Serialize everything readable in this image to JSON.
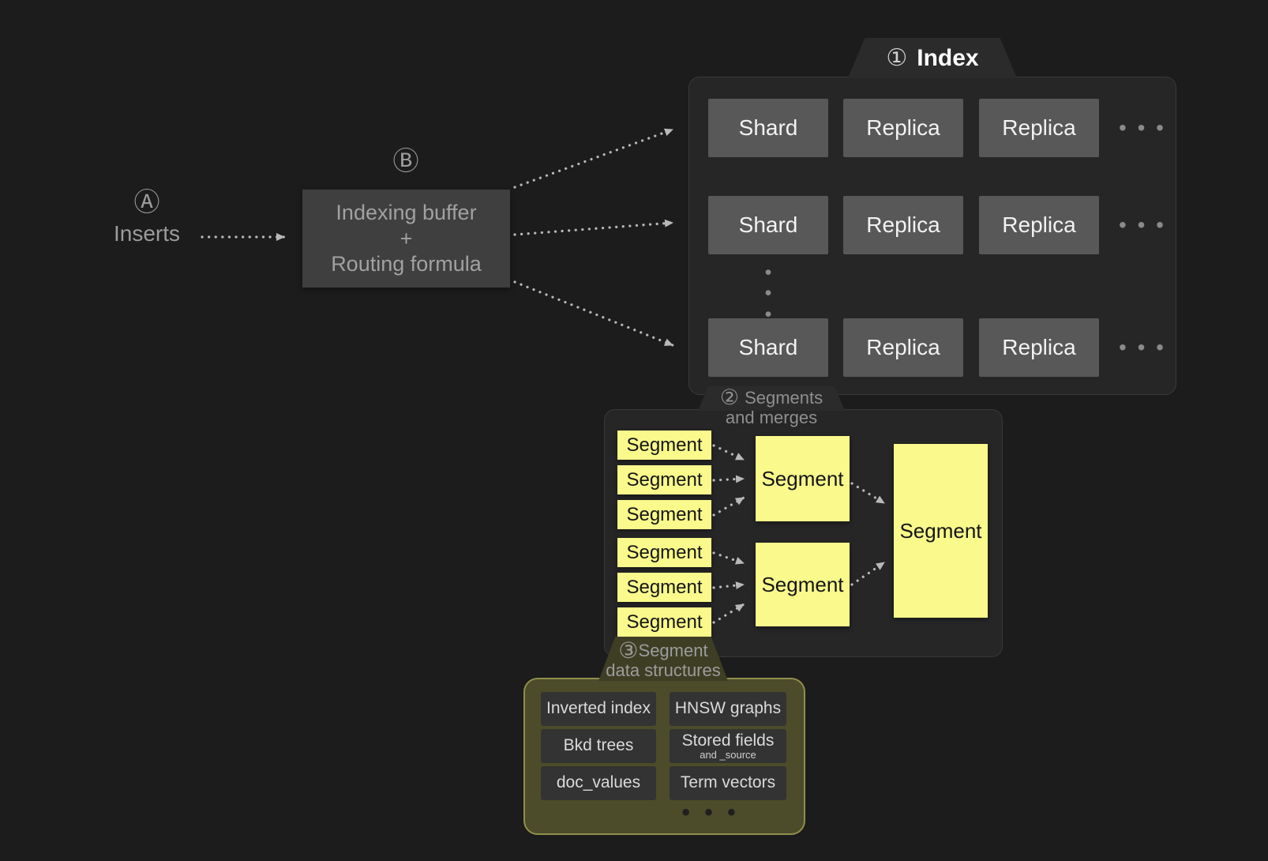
{
  "colors": {
    "background": "#1c1c1c",
    "panel": "#262626",
    "panel_border": "#393939",
    "buffer_box": "#3f3f3f",
    "shard_box": "#585858",
    "segment_yellow": "#f9f98c",
    "structures_panel": "#4c4c2a",
    "structures_border": "#8f8f4c",
    "structure_item": "#333333",
    "muted_text": "#9c9c9c",
    "arrow": "#b8b8b8"
  },
  "inserts": {
    "badge": "Ⓐ",
    "label": "Inserts"
  },
  "buffer": {
    "badge": "Ⓑ",
    "line1": "Indexing buffer",
    "line2": "+",
    "line3": "Routing formula"
  },
  "index": {
    "badge": "①",
    "title": "Index",
    "rows": [
      {
        "cells": [
          "Shard",
          "Replica",
          "Replica"
        ],
        "ellipsis": "• • •"
      },
      {
        "cells": [
          "Shard",
          "Replica",
          "Replica"
        ],
        "ellipsis": "• • •"
      },
      {
        "cells": [
          "Shard",
          "Replica",
          "Replica"
        ],
        "ellipsis": "• • •"
      }
    ],
    "vertical_dots": "•\n•\n•"
  },
  "segments": {
    "badge": "②",
    "title_line1": "Segments",
    "title_line2": "and merges",
    "small_boxes": [
      "Segment",
      "Segment",
      "Segment",
      "Segment",
      "Segment",
      "Segment"
    ],
    "merge_boxes": [
      "Segment",
      "Segment"
    ],
    "final_box": "Segment"
  },
  "structures": {
    "badge": "③",
    "title_line1": "Segment",
    "title_line2": "data structures",
    "items": [
      {
        "label": "Inverted index"
      },
      {
        "label": "HNSW graphs"
      },
      {
        "label": "Bkd trees"
      },
      {
        "label": "Stored fields",
        "sub": "and _source"
      },
      {
        "label": "doc_values"
      },
      {
        "label": "Term vectors"
      }
    ],
    "ellipsis": "• • •"
  }
}
